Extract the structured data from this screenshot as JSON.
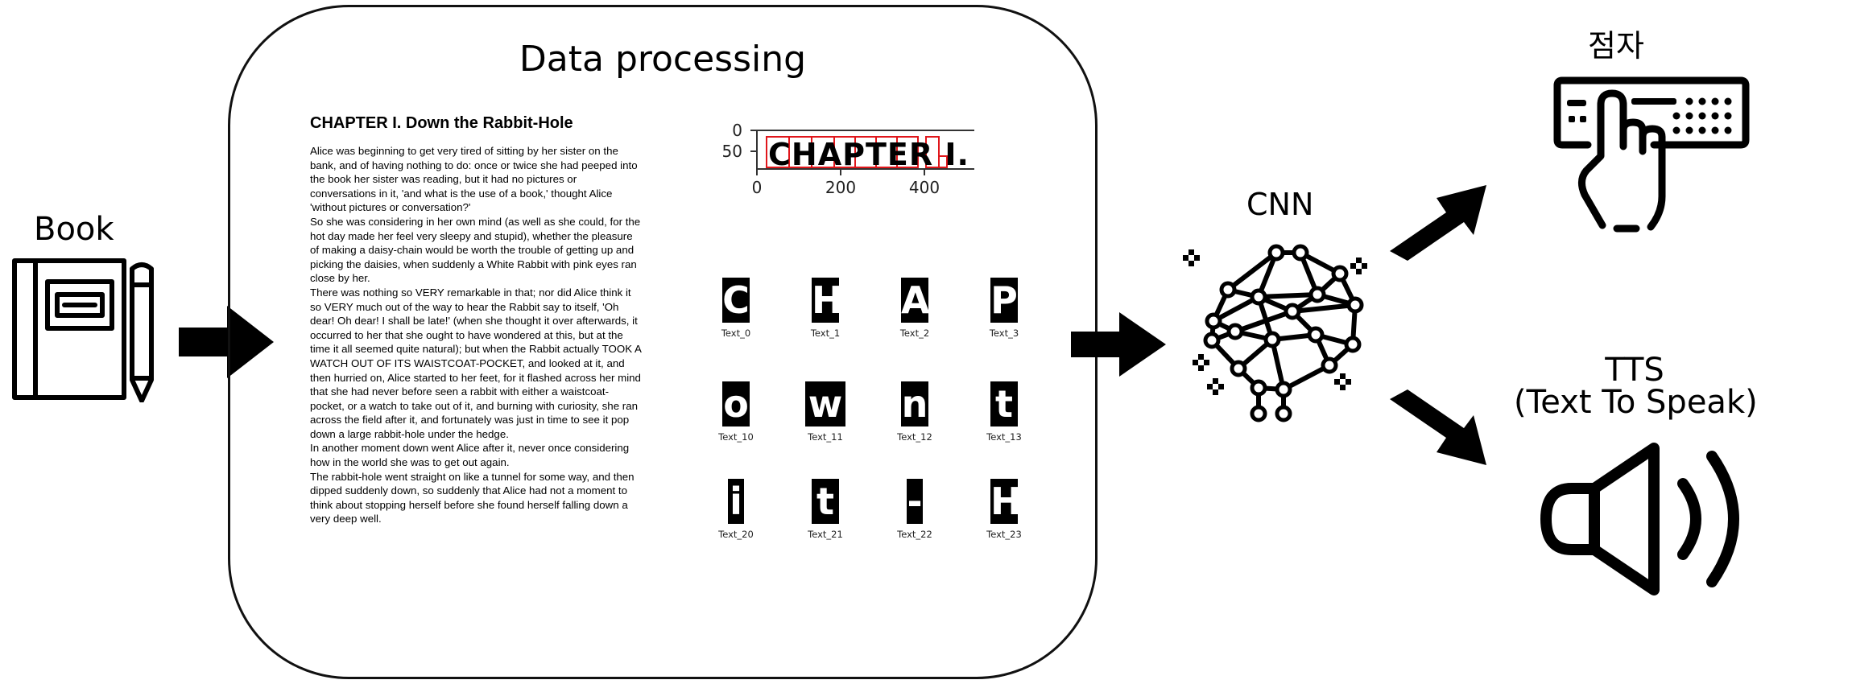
{
  "labels": {
    "book": "Book",
    "panel_title": "Data processing",
    "cnn": "CNN",
    "braille": "점자",
    "tts_line1": "TTS",
    "tts_line2": "(Text To Speak)"
  },
  "document": {
    "title": "CHAPTER I. Down the Rabbit-Hole",
    "paragraphs": [
      "Alice was beginning to get very tired of sitting by her sister on the bank, and of having nothing to do: once or twice she had peeped into the book her sister was reading, but it had no pictures or conversations in it, 'and what is the use of a book,' thought Alice 'without pictures or conversation?'",
      "So she was considering in her own mind (as well as she could, for the hot day made her feel very sleepy and stupid), whether the pleasure of making a daisy-chain would be worth the trouble of getting up and picking the daisies, when suddenly a White Rabbit with pink eyes ran close by her.",
      "There was nothing so VERY remarkable in that; nor did Alice think it so VERY much out of the way to hear the Rabbit say to itself, 'Oh dear! Oh dear! I shall be late!' (when she thought it over afterwards, it occurred to her that she ought to have wondered at this, but at the time it all seemed quite natural); but when the Rabbit actually TOOK A WATCH OUT OF ITS WAISTCOAT-POCKET, and looked at it, and then hurried on, Alice started to her feet, for it flashed across her mind that she had never before seen a rabbit with either a waistcoat-pocket, or a watch to take out of it, and burning with curiosity, she ran across the field after it, and fortunately was just in time to see it pop down a large rabbit-hole under the hedge.",
      "In another moment down went Alice after it, never once considering how in the world she was to get out again.",
      "The rabbit-hole went straight on like a tunnel for some way, and then dipped suddenly down, so suddenly that Alice had not a moment to think about stopping herself before she found herself falling down a very deep well."
    ]
  },
  "detection_plot": {
    "word": "CHAPTER I.",
    "y_ticks": [
      "0",
      "50"
    ],
    "x_ticks": [
      "0",
      "200",
      "400"
    ]
  },
  "char_tiles": [
    {
      "char": "C",
      "caption": "Text_0"
    },
    {
      "char": "H",
      "caption": "Text_1"
    },
    {
      "char": "A",
      "caption": "Text_2"
    },
    {
      "char": "P",
      "caption": "Text_3"
    },
    {
      "char": "o",
      "caption": "Text_10"
    },
    {
      "char": "w",
      "caption": "Text_11"
    },
    {
      "char": "n",
      "caption": "Text_12"
    },
    {
      "char": "t",
      "caption": "Text_13"
    },
    {
      "char": "i",
      "caption": "Text_20"
    },
    {
      "char": "t",
      "caption": "Text_21"
    },
    {
      "char": "-",
      "caption": "Text_22"
    },
    {
      "char": "H",
      "caption": "Text_23"
    }
  ],
  "icons": {
    "book": "book-with-pencil-icon",
    "cnn": "neural-network-brain-icon",
    "braille": "braille-display-finger-icon",
    "tts": "speaker-icon",
    "arrow": "arrow-icon"
  },
  "colors": {
    "detection_box": "#e0161b",
    "ink": "#000000"
  }
}
